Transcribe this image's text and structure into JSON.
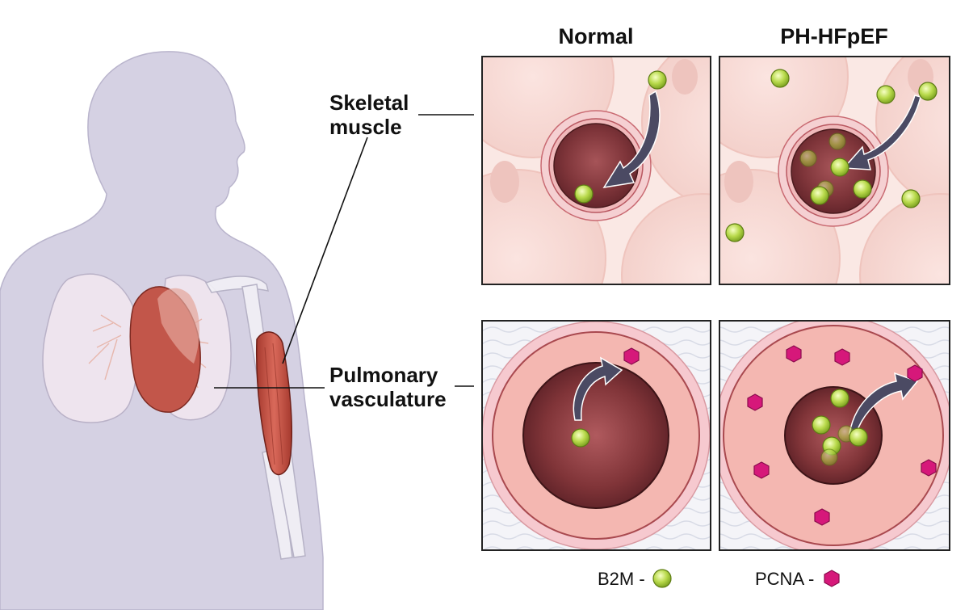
{
  "columns": {
    "normal": "Normal",
    "disease": "PH-HFpEF"
  },
  "rows": {
    "skeletal": {
      "line1": "Skeletal",
      "line2": "muscle"
    },
    "pulmonary": {
      "line1": "Pulmonary",
      "line2": "vasculature"
    }
  },
  "legend": {
    "b2m": "B2M -",
    "pcna": "PCNA -"
  },
  "colors": {
    "b2m": "#b6d64a",
    "pcna": "#d6187a",
    "silhouette": "#d4d0e2",
    "arrow": "#4b4a63",
    "vessel_lumen": "#7a3338",
    "muscle_tissue": "#f6d8d4"
  },
  "icons": [
    "b2m-particle-icon",
    "pcna-particle-icon",
    "arrow-icon"
  ]
}
